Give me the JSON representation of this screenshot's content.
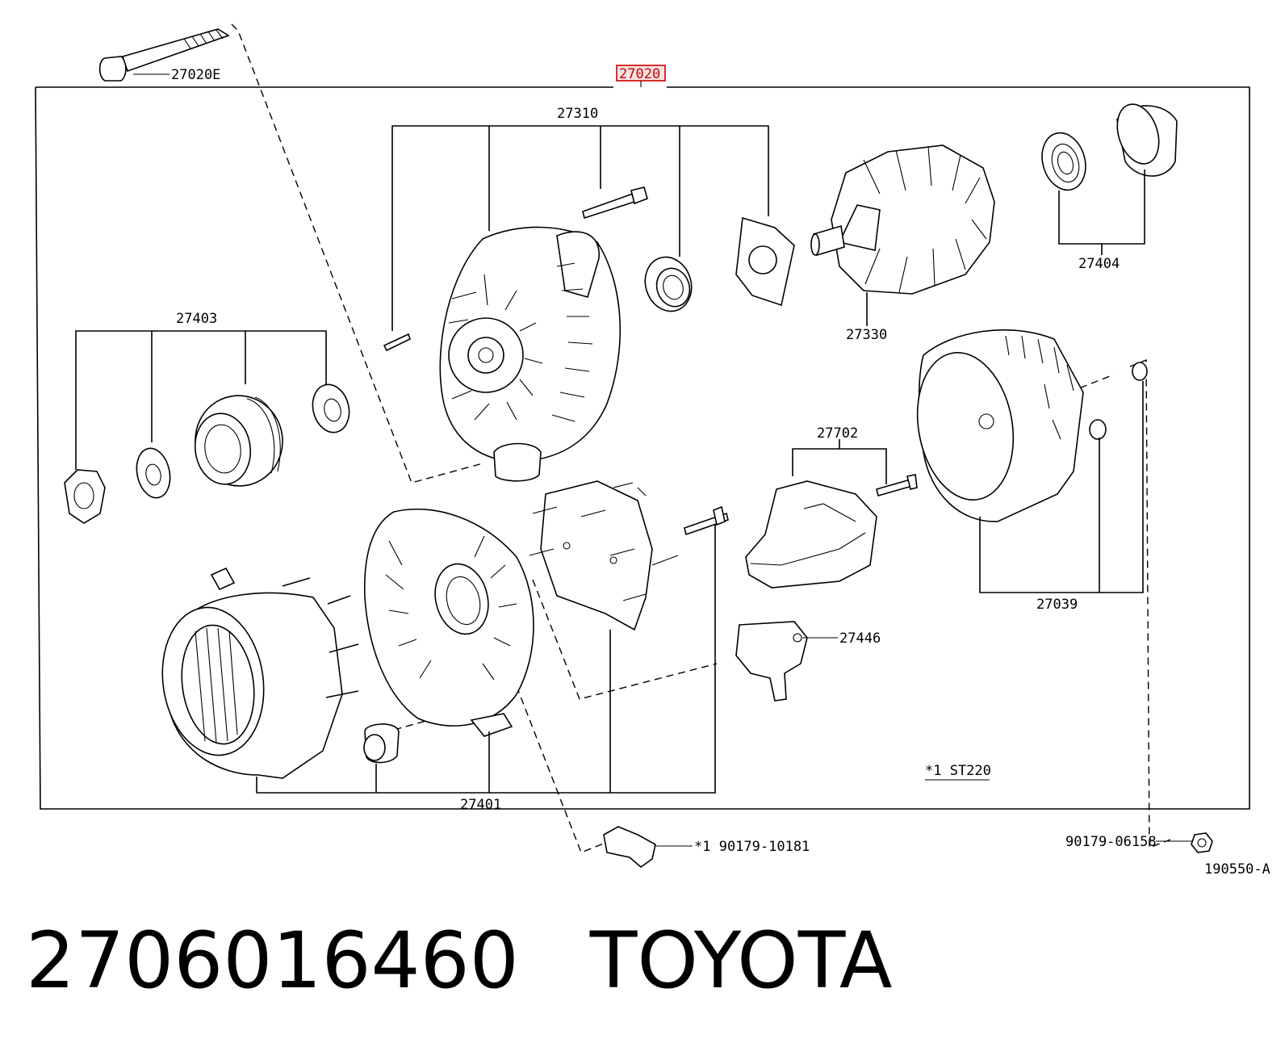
{
  "diagram": {
    "highlight_color": "#cc0000",
    "labels": {
      "assembly": "27020",
      "through_bolt": "27020E",
      "drive_frame_assy": "27310",
      "rotor_assy": "27330",
      "bearing_set": "27404",
      "pulley_set": "27403",
      "brush_holder_assy": "27702",
      "rear_cover_assy": "27039",
      "rectifier_terminal": "27446",
      "rectifier_end_frame": "27401",
      "footnote": "*1 ST220",
      "marker_part": "*1 90179-10181",
      "nut_part": "90179-06158",
      "figure_id": "190550-A"
    }
  },
  "caption": {
    "part_number": "2706016460",
    "brand": "TOYOTA"
  }
}
